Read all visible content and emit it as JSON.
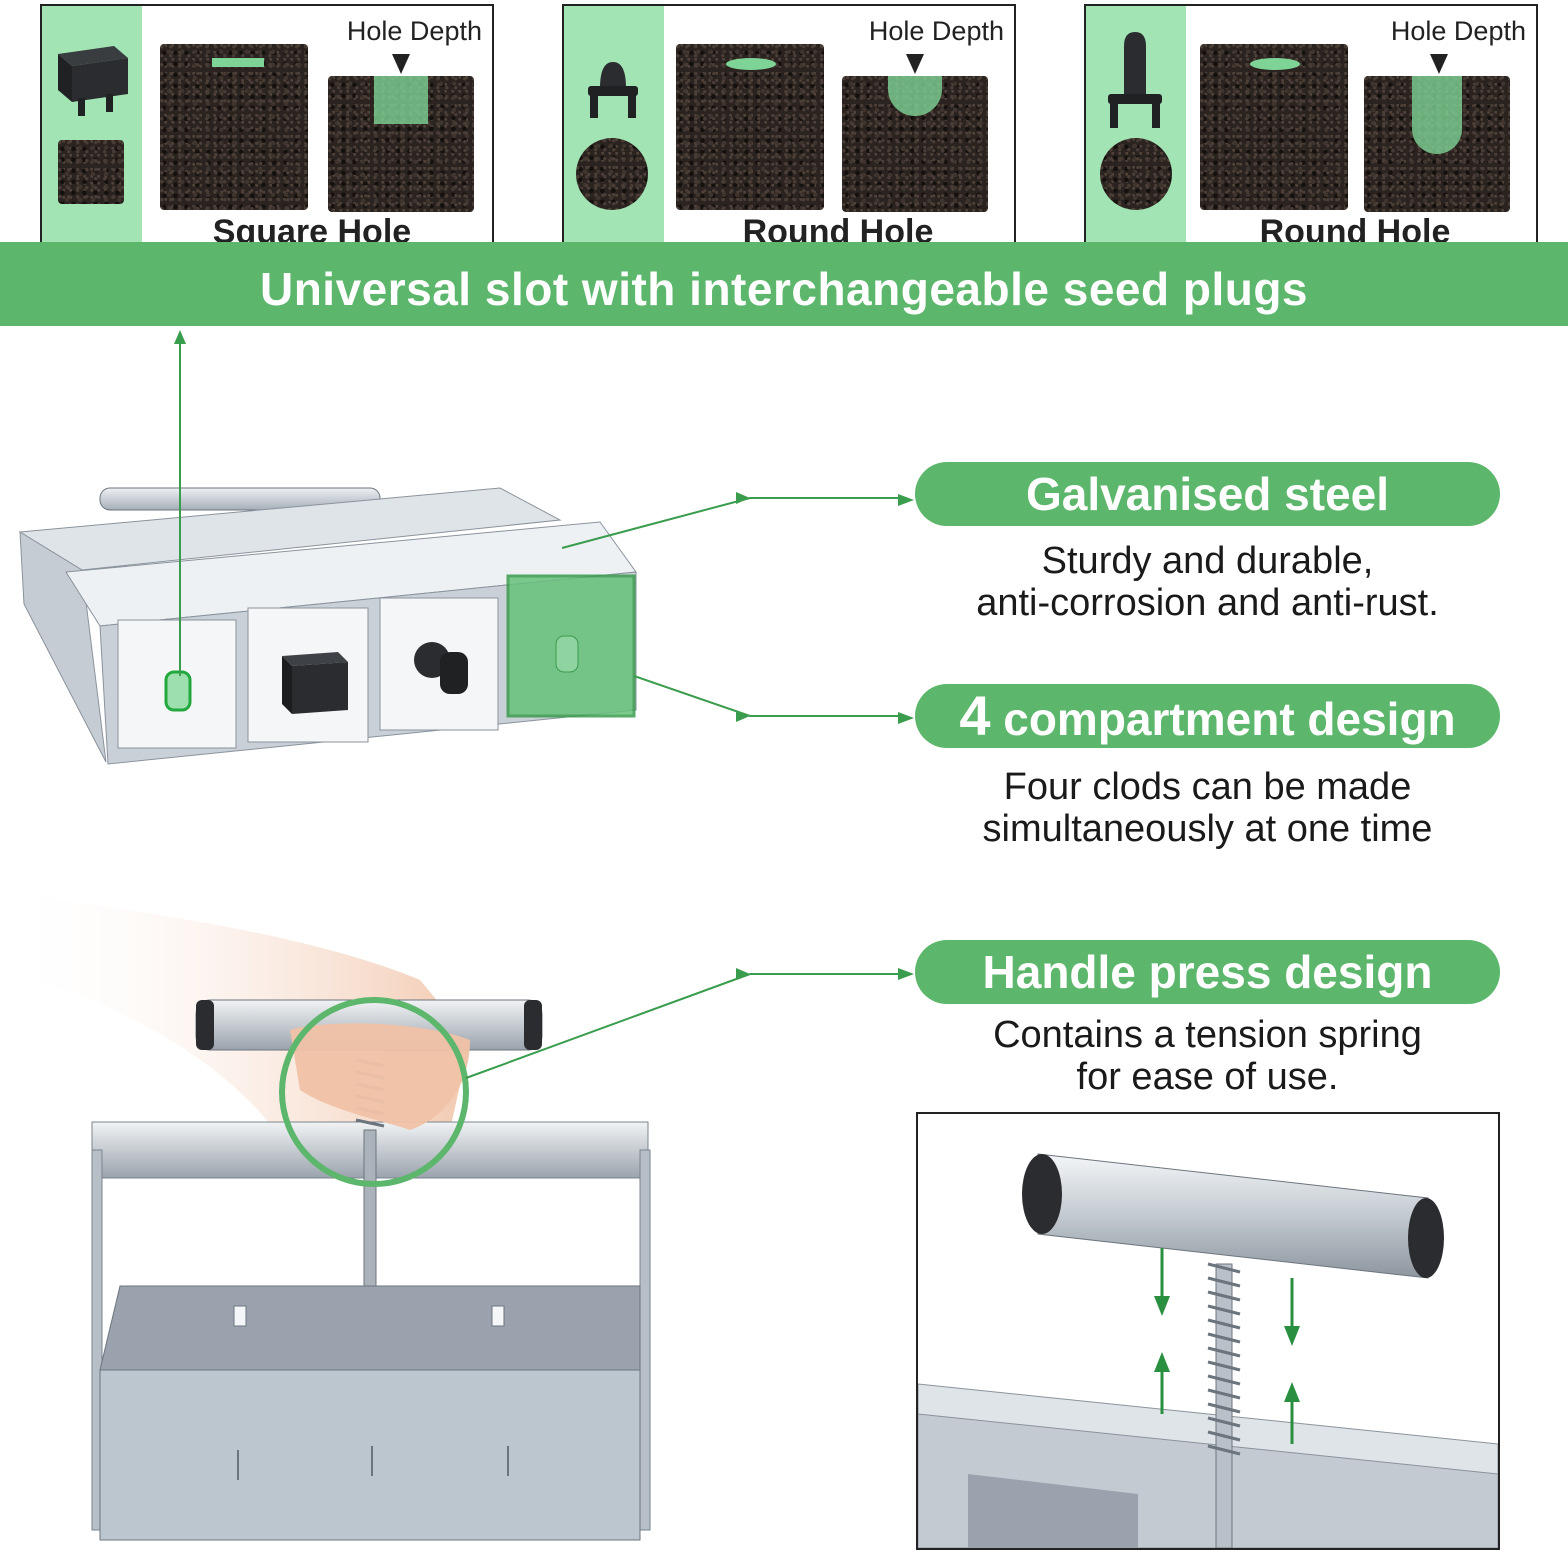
{
  "colors": {
    "accent_green": "#5cb66b",
    "light_green": "#a3e4b4",
    "text": "#1a1a1a"
  },
  "plug_panels": [
    {
      "hole_depth_label": "Hole Depth",
      "title": "Square Hole",
      "plug_icon": "square-plug-icon"
    },
    {
      "hole_depth_label": "Hole Depth",
      "title": "Round Hole",
      "plug_icon": "round-short-plug-icon"
    },
    {
      "hole_depth_label": "Hole Depth",
      "title": "Round Hole",
      "plug_icon": "round-long-plug-icon"
    }
  ],
  "banner": {
    "text": "Universal slot with interchangeable seed plugs"
  },
  "features": [
    {
      "title": "Galvanised steel",
      "desc_line1": "Sturdy and durable,",
      "desc_line2": "anti-corrosion and anti-rust."
    },
    {
      "title_num": "4",
      "title_rest": " compartment design",
      "desc_line1": "Four clods can be made",
      "desc_line2": "simultaneously at one time"
    },
    {
      "title": "Handle press design",
      "desc_line1": "Contains a tension spring",
      "desc_line2": "for ease of use."
    }
  ]
}
